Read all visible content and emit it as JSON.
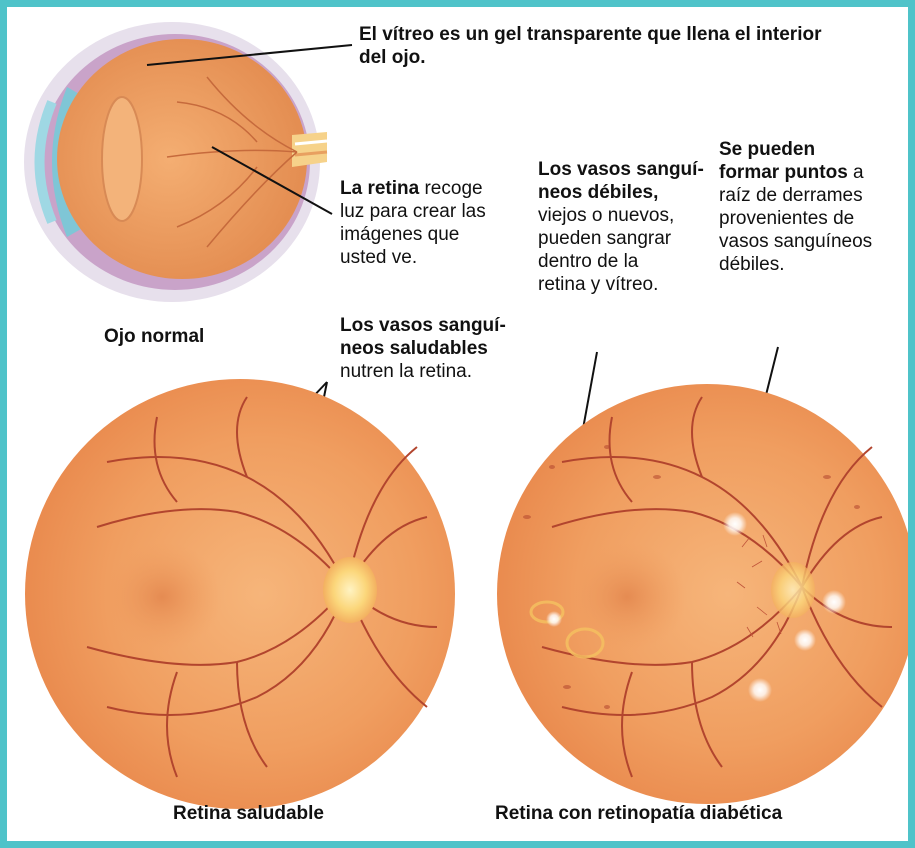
{
  "labels": {
    "vitreous": "El vítreo es un gel transparente que llena el interior del ojo.",
    "retina_bold": "La retina",
    "retina_rest_1": " recoge",
    "retina_rest_2": "luz para crear las",
    "retina_rest_3": "imágenes que",
    "retina_rest_4": "usted ve.",
    "normal_eye": "Ojo normal",
    "healthy_vessels_bold_1": "Los vasos sanguí-",
    "healthy_vessels_bold_2": "neos saludables",
    "healthy_vessels_rest": "nutren la retina.",
    "weak_vessels_bold_1": "Los vasos sanguí-",
    "weak_vessels_bold_2": "neos débiles,",
    "weak_vessels_rest_1": "viejos o nuevos,",
    "weak_vessels_rest_2": "pueden sangrar",
    "weak_vessels_rest_3": "dentro de la",
    "weak_vessels_rest_4": "retina y vítreo.",
    "spots_bold_1": "Se pueden",
    "spots_bold_2": "formar puntos",
    "spots_rest_1": " a",
    "spots_rest_2": "raíz de derrames",
    "spots_rest_3": "provenientes de",
    "spots_rest_4": "vasos sanguíneos",
    "spots_rest_5": "débiles."
  },
  "captions": {
    "healthy_retina": "Retina saludable",
    "diabetic_retina": "Retina con retinopatía diabética"
  },
  "colors": {
    "border": "#4fc3c9",
    "retina_base": "#f2a56a",
    "vessel": "#b2452e",
    "optic_disc": "#fbd67a",
    "spot": "#ffffff"
  }
}
